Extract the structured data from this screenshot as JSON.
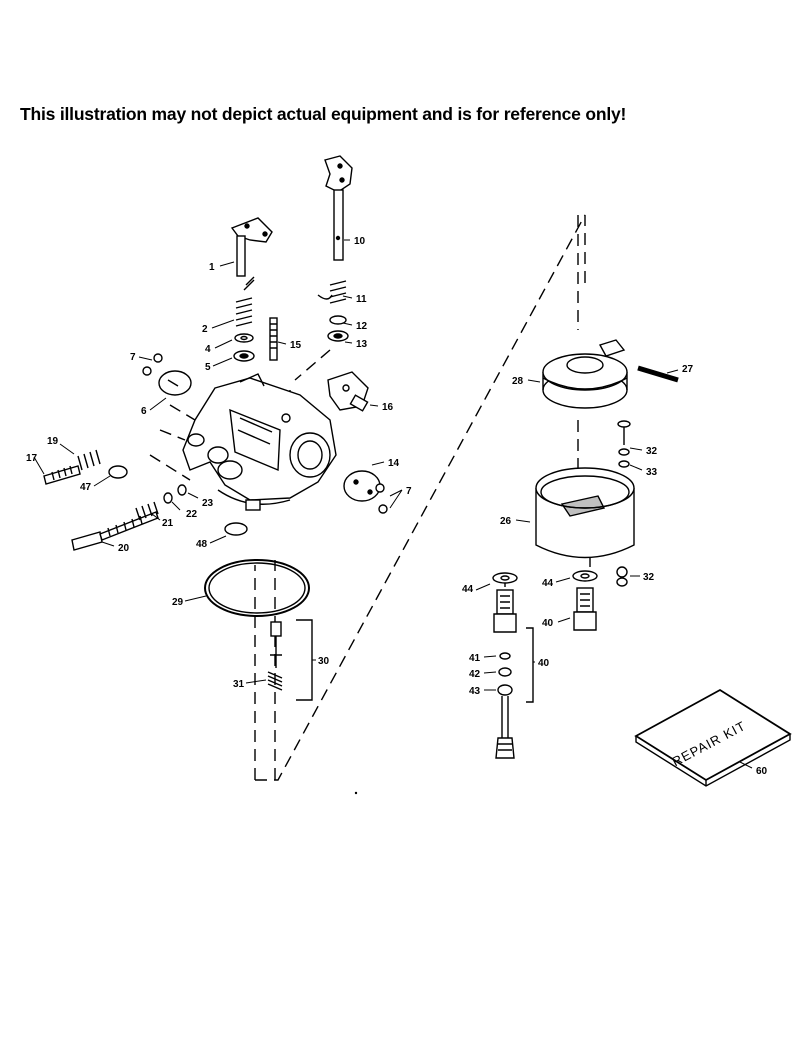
{
  "disclaimer": "This illustration may not depict actual equipment and is for reference only!",
  "kit_text": "REPAIR KIT",
  "callouts": [
    "1",
    "2",
    "4",
    "5",
    "6",
    "7",
    "10",
    "11",
    "12",
    "13",
    "15",
    "16",
    "17",
    "19",
    "47",
    "23",
    "22",
    "21",
    "20",
    "48",
    "29",
    "14",
    "7",
    "30",
    "31",
    "27",
    "28",
    "32",
    "33",
    "26",
    "44",
    "44",
    "32",
    "40",
    "40",
    "41",
    "42",
    "43",
    "60"
  ]
}
